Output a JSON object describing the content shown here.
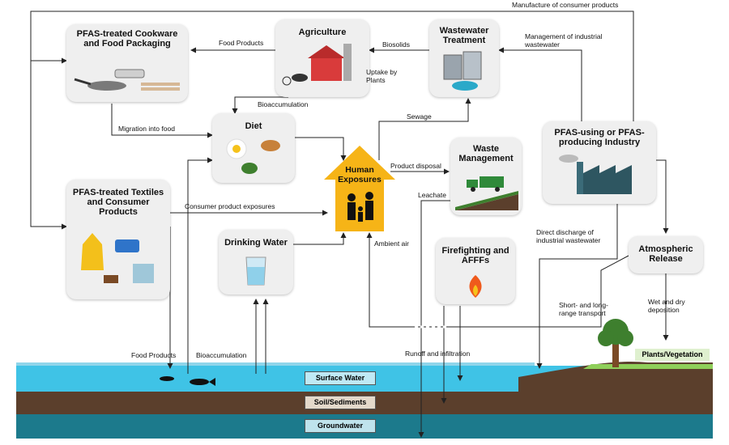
{
  "nodes": {
    "cookware": "PFAS-treated Cookware and Food Packaging",
    "agriculture": "Agriculture",
    "wastewater": "Wastewater Treatment",
    "diet": "Diet",
    "human": "Human Exposures",
    "waste": "Waste Management",
    "industry": "PFAS-using or PFAS-producing Industry",
    "textiles": "PFAS-treated Textiles and Consumer Products",
    "drinking": "Drinking Water",
    "firefighting": "Firefighting and AFFFs",
    "atmospheric": "Atmospheric Release"
  },
  "edges": {
    "manufacture": "Manufacture of consumer products",
    "food_products_top": "Food Products",
    "biosolids": "Biosolids",
    "industrial_ww": "Management of industrial wastewater",
    "uptake": "Uptake by Plants",
    "bioacc_top": "Bioaccumulation",
    "migration": "Migration into food",
    "sewage": "Sewage",
    "product_disposal": "Product disposal",
    "leachate": "Leachate",
    "consumer_exposures": "Consumer product exposures",
    "ambient_air": "Ambient air",
    "direct_discharge": "Direct discharge of industrial wastewater",
    "short_long": "Short- and long-range transport",
    "wet_dry": "Wet and dry deposition",
    "food_products_bottom": "Food Products",
    "bioacc_bottom": "Bioaccumulation",
    "runoff": "Runoff and infiltration"
  },
  "layers": {
    "surface": "Surface Water",
    "soil": "Soil/Sediments",
    "ground": "Groundwater",
    "plants": "Plants/Vegetation"
  },
  "colors": {
    "surface_water": "#3fc3e6",
    "soil": "#5b3f2c",
    "groundwater": "#1c7a8c",
    "house": "#f6b417",
    "grass": "#8fcf5a"
  }
}
